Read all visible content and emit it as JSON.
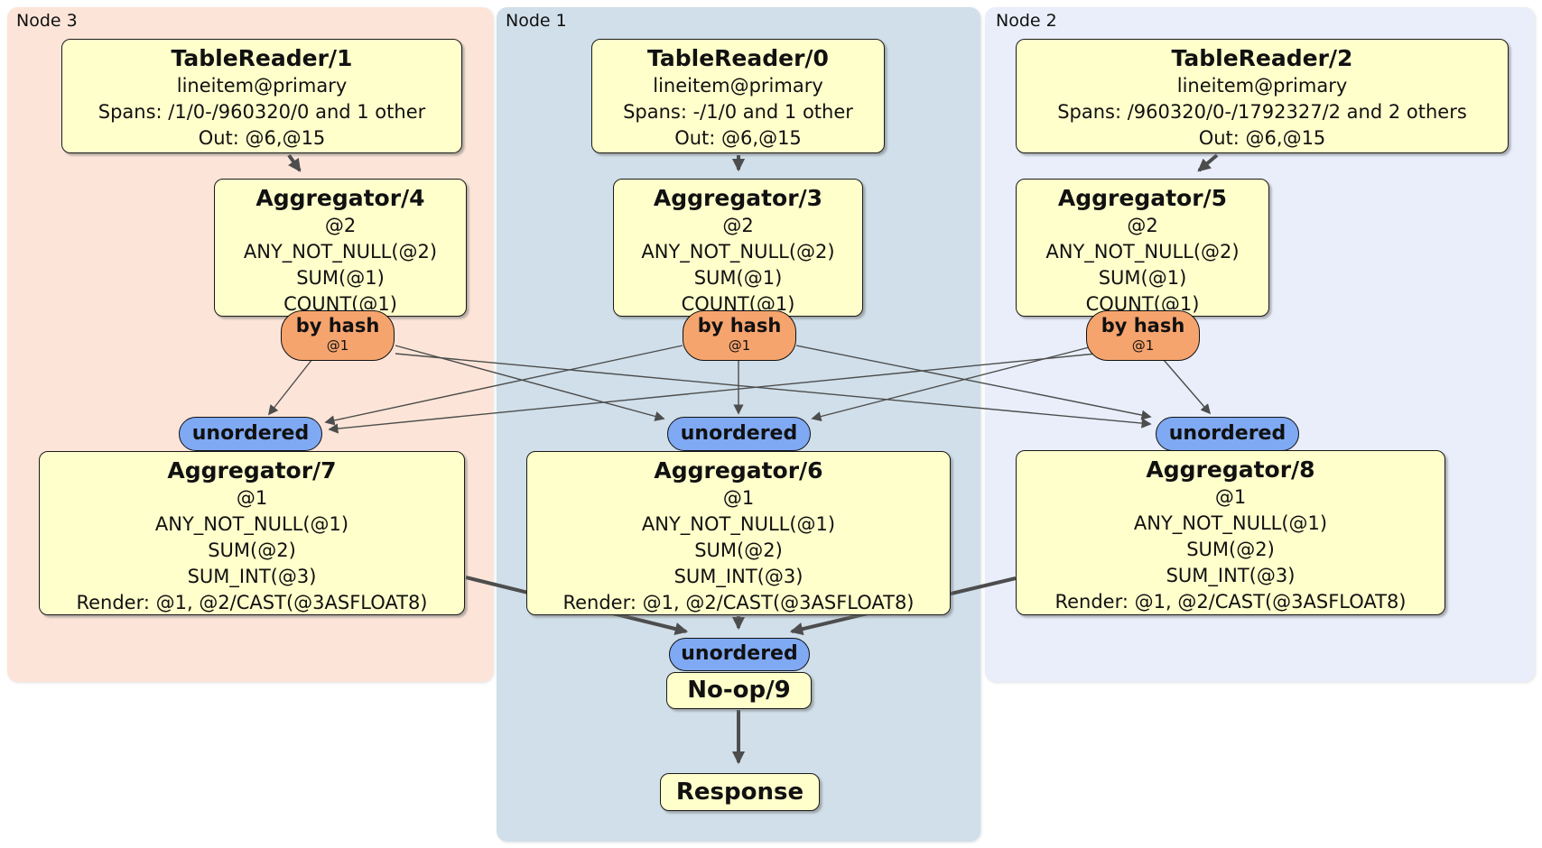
{
  "groups": {
    "node3": "Node 3",
    "node1": "Node 1",
    "node2": "Node 2"
  },
  "boxes": {
    "tr1": {
      "title": "TableReader/1",
      "lines": [
        "lineitem@primary",
        "Spans: /1/0-/960320/0 and 1 other",
        "Out: @6,@15"
      ]
    },
    "tr0": {
      "title": "TableReader/0",
      "lines": [
        "lineitem@primary",
        "Spans: -/1/0 and 1 other",
        "Out: @6,@15"
      ]
    },
    "tr2": {
      "title": "TableReader/2",
      "lines": [
        "lineitem@primary",
        "Spans: /960320/0-/1792327/2 and 2 others",
        "Out: @6,@15"
      ]
    },
    "agg4": {
      "title": "Aggregator/4",
      "lines": [
        "@2",
        "ANY_NOT_NULL(@2)",
        "SUM(@1)",
        "COUNT(@1)"
      ]
    },
    "agg3": {
      "title": "Aggregator/3",
      "lines": [
        "@2",
        "ANY_NOT_NULL(@2)",
        "SUM(@1)",
        "COUNT(@1)"
      ]
    },
    "agg5": {
      "title": "Aggregator/5",
      "lines": [
        "@2",
        "ANY_NOT_NULL(@2)",
        "SUM(@1)",
        "COUNT(@1)"
      ]
    },
    "agg7": {
      "title": "Aggregator/7",
      "lines": [
        "@1",
        "ANY_NOT_NULL(@1)",
        "SUM(@2)",
        "SUM_INT(@3)",
        "Render: @1, @2/CAST(@3ASFLOAT8)"
      ]
    },
    "agg6": {
      "title": "Aggregator/6",
      "lines": [
        "@1",
        "ANY_NOT_NULL(@1)",
        "SUM(@2)",
        "SUM_INT(@3)",
        "Render: @1, @2/CAST(@3ASFLOAT8)"
      ]
    },
    "agg8": {
      "title": "Aggregator/8",
      "lines": [
        "@1",
        "ANY_NOT_NULL(@1)",
        "SUM(@2)",
        "SUM_INT(@3)",
        "Render: @1, @2/CAST(@3ASFLOAT8)"
      ]
    },
    "noop": {
      "title": "No-op/9"
    },
    "response": {
      "title": "Response"
    }
  },
  "routers": {
    "by_hash": {
      "label": "by hash",
      "sub": "@1"
    },
    "unordered": {
      "label": "unordered"
    }
  },
  "colors": {
    "processor_fill": "#ffffcc",
    "router_fill": "#f6a46e",
    "sync_fill": "#7fa9f3",
    "node3_bg": "#fce5d8",
    "node1_bg": "#d0dfe9",
    "node2_bg": "#e9eefa",
    "edge": "#4d4d4d"
  }
}
